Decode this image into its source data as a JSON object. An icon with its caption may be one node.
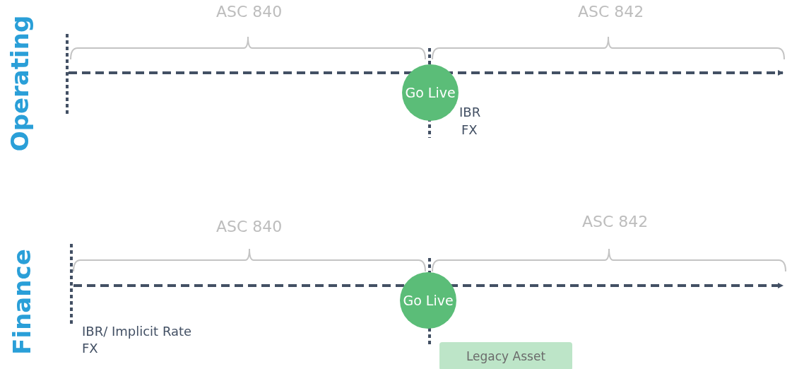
{
  "diagram": {
    "nodes": [
      {
        "text": [
          "Go Live"
        ]
      },
      {
        "text": [
          "Go Live"
        ]
      },
      {
        "text": [
          "Legacy Asset"
        ]
      }
    ],
    "edges": [],
    "labels": [
      "Operating",
      "ASC 840",
      "ASC 842",
      "IBR",
      "FX",
      "Finance",
      "ASC 840",
      "ASC 842",
      "IBR/ Implicit Rate",
      "FX"
    ]
  }
}
